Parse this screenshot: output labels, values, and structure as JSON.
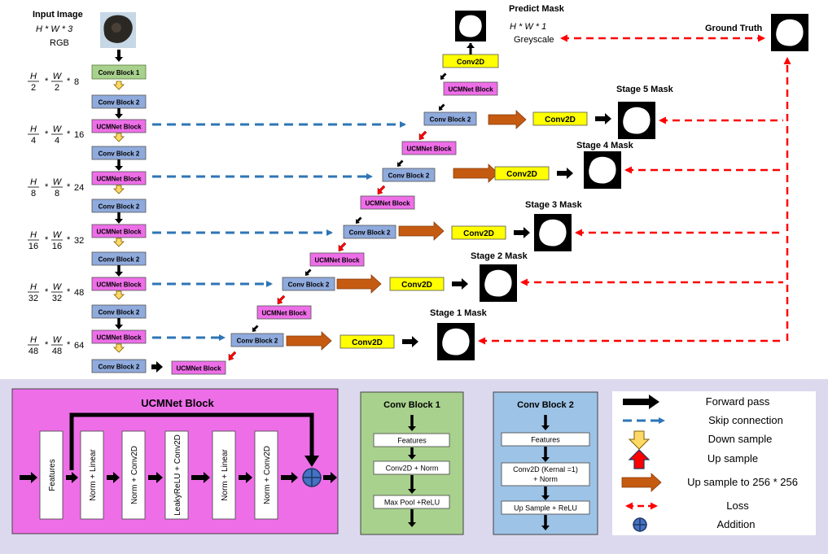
{
  "input": {
    "title": "Input Image",
    "dims": "H * W * 3",
    "mode": "RGB"
  },
  "predict": {
    "title": "Predict Mask",
    "dims": "H * W * 1",
    "mode": "Greyscale"
  },
  "ground_truth": "Ground Truth",
  "scales": [
    {
      "num": "H",
      "den": "2",
      "num2": "W",
      "den2": "2",
      "ch": "8"
    },
    {
      "num": "H",
      "den": "4",
      "num2": "W",
      "den2": "4",
      "ch": "16"
    },
    {
      "num": "H",
      "den": "8",
      "num2": "W",
      "den2": "8",
      "ch": "24"
    },
    {
      "num": "H",
      "den": "16",
      "num2": "W",
      "den2": "16",
      "ch": "32"
    },
    {
      "num": "H",
      "den": "32",
      "num2": "W",
      "den2": "32",
      "ch": "48"
    },
    {
      "num": "H",
      "den": "48",
      "num2": "W",
      "den2": "48",
      "ch": "64"
    }
  ],
  "blocks": {
    "conv1": "Conv Block 1",
    "conv2": "Conv Block 2",
    "ucm": "UCMNet Block",
    "conv2d": "Conv2D"
  },
  "stages": [
    "Stage 1 Mask",
    "Stage 2 Mask",
    "Stage 3 Mask",
    "Stage 4 Mask",
    "Stage 5 Mask"
  ],
  "ucm_detail": {
    "title": "UCMNet Block",
    "steps": [
      "Features",
      "Norm + Linear",
      "Norm + Conv2D",
      "LeakyReLU + Conv2D",
      "Norm + Linear",
      "Norm + Conv2D"
    ]
  },
  "conv1_detail": {
    "title": "Conv Block 1",
    "steps": [
      "Features",
      "Conv2D + Norm",
      "Max Pool +ReLU"
    ]
  },
  "conv2_detail": {
    "title": "Conv Block 2",
    "steps": [
      "Features",
      "Conv2D (Kernal =1)",
      "+ Norm",
      "Up Sample + ReLU"
    ]
  },
  "legend": [
    "Forward pass",
    "Skip connection",
    "Down sample",
    "Up sample",
    "Up sample to 256 * 256",
    "Loss",
    "Addition"
  ],
  "colors": {
    "conv1": "#a9d18e",
    "conv2": "#8faadc",
    "ucm": "#ee6ee8",
    "conv2d": "#ffff00",
    "skip": "#2e75b6",
    "loss": "#ff0000",
    "upsample256": "#c55a11",
    "downsample": "#ffd966"
  }
}
